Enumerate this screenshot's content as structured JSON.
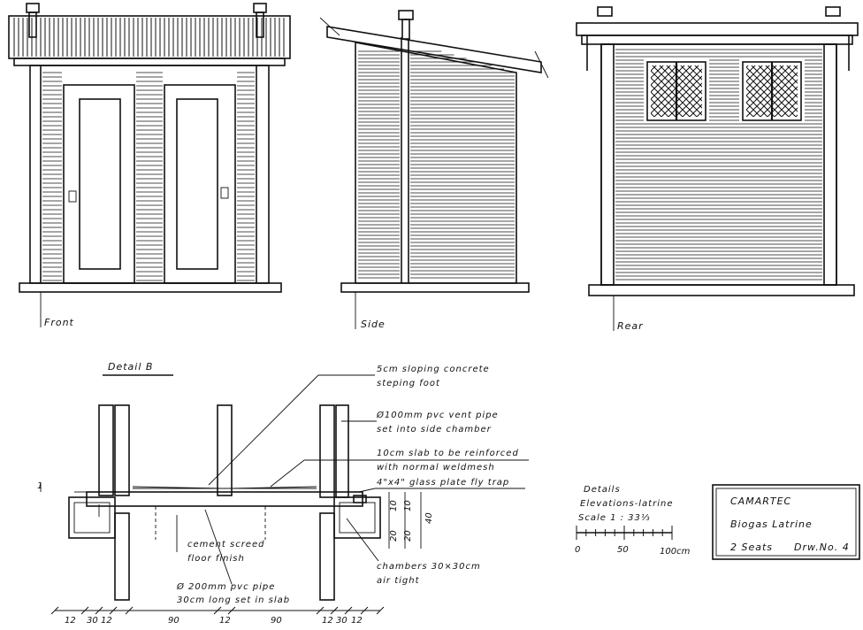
{
  "views": {
    "front": "Front",
    "side": "Side",
    "rear": "Rear"
  },
  "detail": {
    "title": "Detail  B",
    "callouts": {
      "step": [
        "5cm sloping concrete",
        "steping foot"
      ],
      "vent": [
        "Ø100mm  pvc vent pipe",
        "set into  side chamber"
      ],
      "slab": [
        "10cm slab  to be reinforced",
        "with normal weldmesh"
      ],
      "trap": "4\"x4\" glass plate  fly trap",
      "screed": [
        "cement screed",
        "floor finish"
      ],
      "pipe": [
        "Ø 200mm pvc pipe",
        "30cm long set in slab"
      ],
      "chambers": [
        "chambers  30×30cm",
        "air tight"
      ]
    },
    "vertical_dims": [
      "10",
      "20",
      "10",
      "20",
      "40"
    ],
    "bottom_dims": [
      "12",
      "30",
      "12",
      "90",
      "12",
      "90",
      "12",
      "30",
      "12"
    ]
  },
  "details_block": {
    "line1": "Details",
    "line2": "Elevations-latrine",
    "scale": "Scale  1 : 33⅓",
    "scale_ticks": [
      "0",
      "50",
      "100cm"
    ]
  },
  "title_block": {
    "org": "CAMARTEC",
    "project": "Biogas  Latrine",
    "seats": "2  Seats",
    "drawing_no": "Drw.No. 4"
  }
}
